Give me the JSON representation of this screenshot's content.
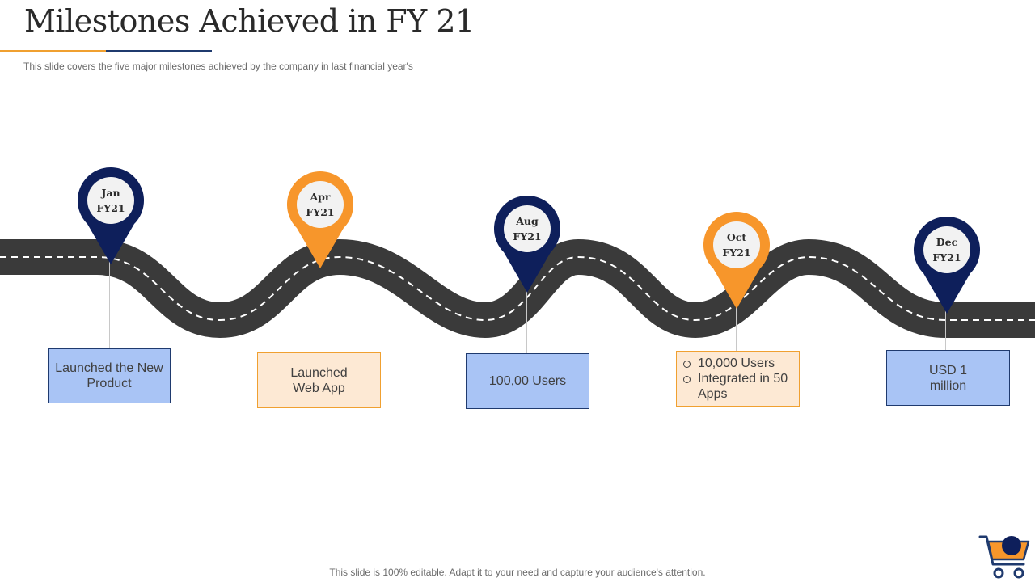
{
  "slide": {
    "title": "Milestones Achieved in FY 21",
    "subtitle": "This slide covers the five  major milestones achieved  by the company in last financial  year's",
    "footer": "This slide is 100% editable. Adapt it to your need and capture your audience's attention."
  },
  "colors": {
    "navy": "#0e1f5b",
    "orange": "#f7962b",
    "road": "#3a3a3a",
    "blue_box": "#a9c4f5",
    "orange_box": "#fde9d4"
  },
  "milestones": [
    {
      "month": "Jan",
      "fy": "FY21",
      "color": "navy",
      "text": "Launched the New Product"
    },
    {
      "month": "Apr",
      "fy": "FY21",
      "color": "orange",
      "text": "Launched Web App"
    },
    {
      "month": "Aug",
      "fy": "FY21",
      "color": "navy",
      "text": "100,00 Users"
    },
    {
      "month": "Oct",
      "fy": "FY21",
      "color": "orange",
      "items": [
        "10,000 Users",
        "Integrated  in 50 Apps"
      ]
    },
    {
      "month": "Dec",
      "fy": "FY21",
      "color": "navy",
      "text": "USD 1 million"
    }
  ],
  "icons": {
    "cart": "shopping-cart-icon",
    "pin": "location-pin-icon"
  }
}
